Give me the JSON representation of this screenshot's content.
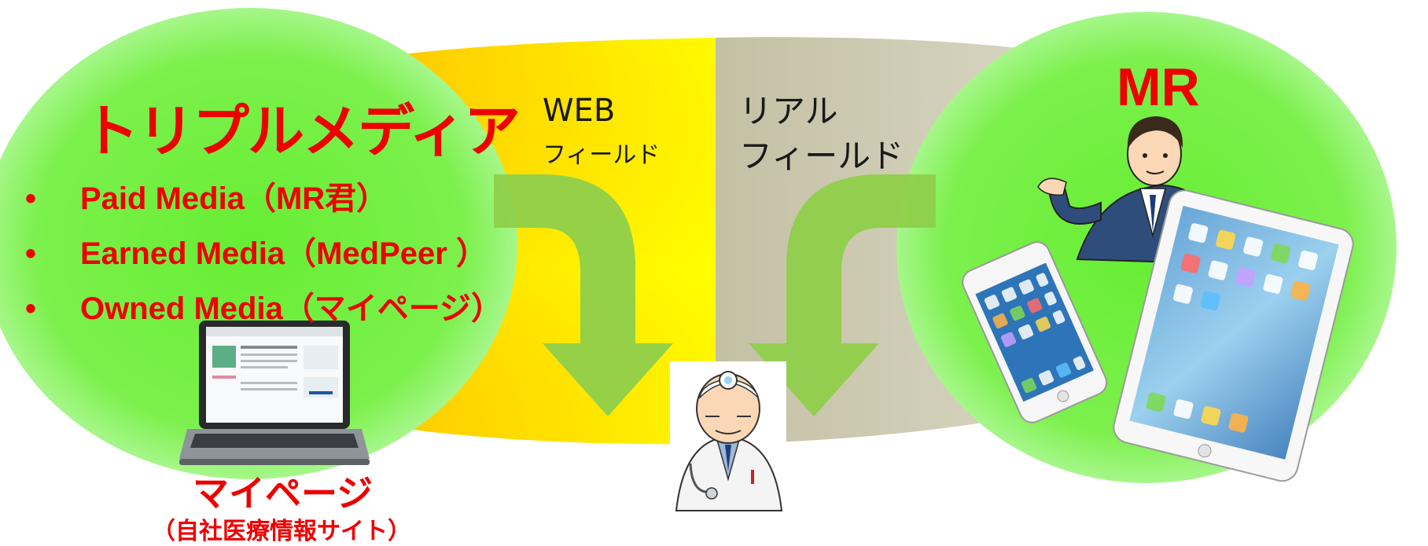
{
  "title": "トリプルメディア",
  "bullets": [
    "Paid Media（MR君）",
    "Earned Media（MedPeer ）",
    "Owned Media（マイページ）"
  ],
  "mypage_label": "マイページ",
  "mypage_sub": "（自社医療情報サイト）",
  "web_field": {
    "line1": "WEB",
    "line2": "フィールド"
  },
  "real_field": {
    "line1": "リアル",
    "line2": "フィールド"
  },
  "mr_label": "MR",
  "colors": {
    "circle_green": "#7ef050",
    "title_red": "#ee0000",
    "web_orange": "#ff9900",
    "web_yellow": "#ffff00",
    "real_beige": "#c8c4ac",
    "arrow_green": "#8fcf4a"
  }
}
